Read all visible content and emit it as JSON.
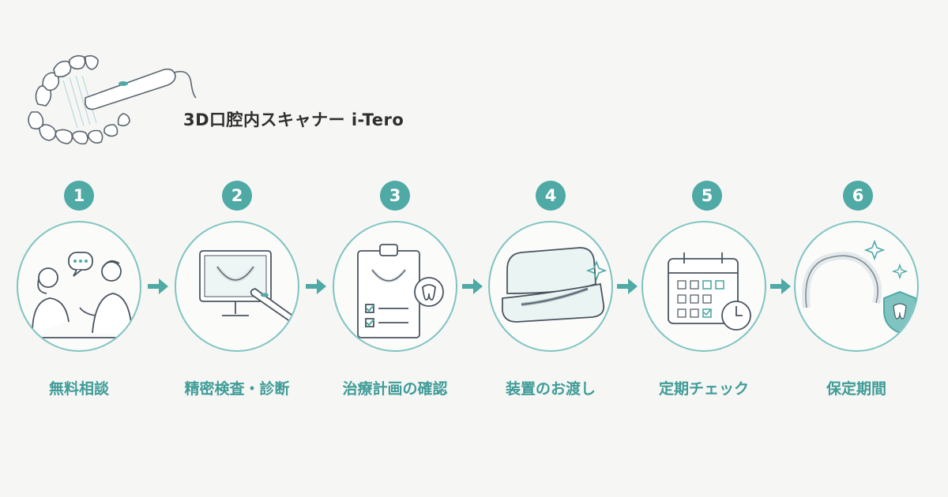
{
  "header": {
    "title": "3D口腔内スキャナー i-Tero"
  },
  "steps": [
    {
      "number": "1",
      "label": "無料相談"
    },
    {
      "number": "2",
      "label": "精密検査・診断"
    },
    {
      "number": "3",
      "label": "治療計画の確認"
    },
    {
      "number": "4",
      "label": "装置のお渡し"
    },
    {
      "number": "5",
      "label": "定期チェック"
    },
    {
      "number": "6",
      "label": "保定期間"
    }
  ],
  "colors": {
    "accent": "#4fa9a5",
    "outline": "#7fc4c1",
    "line_art": "#4a5560"
  },
  "icons": [
    "intraoral-scanner-icon",
    "consultation-icon",
    "monitor-scan-icon",
    "clipboard-plan-icon",
    "aligner-case-icon",
    "calendar-clock-icon",
    "retainer-shield-icon"
  ]
}
